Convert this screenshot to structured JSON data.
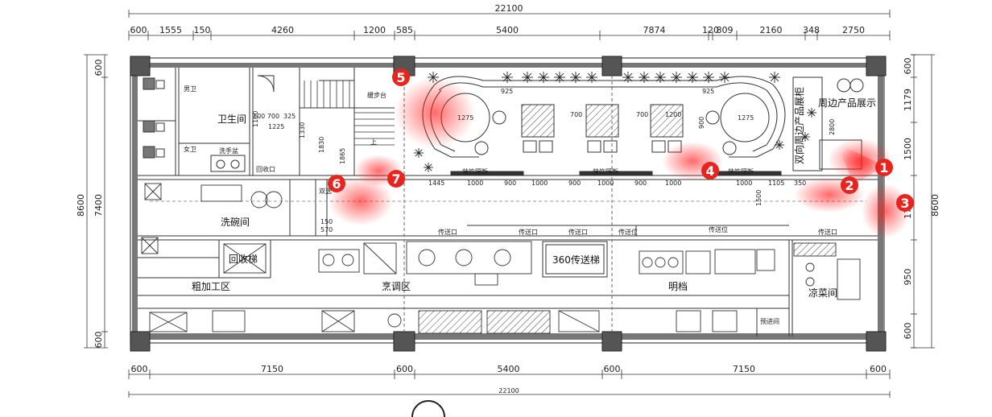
{
  "dimensions": {
    "top_total": "22100",
    "top_segments": [
      "600",
      "1555",
      "150",
      "4260",
      "1200",
      "585",
      "5400",
      "7874",
      "120",
      "809",
      "2160",
      "348",
      "2750"
    ],
    "bottom_segments": [
      "600",
      "7150",
      "600",
      "5400",
      "600",
      "7150",
      "600"
    ],
    "bottom_total": "22100",
    "left_outer": "8600",
    "left_inner": "7400",
    "left_top": "600",
    "left_bottom": "600",
    "right_outer": "8600",
    "right_segments": [
      "600",
      "1179",
      "1500",
      "1730",
      "950",
      "600"
    ]
  },
  "rooms": {
    "restroom": "卫生间",
    "male": "男卫",
    "female": "女卫",
    "washbasin": "洗手盆",
    "dishwashing": "洗碗间",
    "return_lift": "回收梯",
    "rough_processing": "粗加工区",
    "cooking": "烹调区",
    "lift_360": "360传送梯",
    "open_kitchen": "明档",
    "cold_dish": "凉菜间",
    "pre_entry": "预进间",
    "products_display": "周边产品展示",
    "vertical_display": "双向周边产品展柜"
  },
  "labels": {
    "deco_partition": "装饰隔断",
    "pass_window": "传送口",
    "pass_position": "传送位",
    "return_port": "回收口",
    "up": "上",
    "stair_step": "缓步台",
    "double_counter": "双选"
  },
  "inner_dims": {
    "table_925": "925",
    "table_1275": "1275",
    "gap_700": "700",
    "gap_1200": "1200",
    "d900": "900",
    "d2800": "2800",
    "d1445": "1445",
    "d1000": "1000",
    "d1105": "1105",
    "d350": "350",
    "d1500": "1500",
    "d1830": "1830",
    "d1330": "1330",
    "d1100": "1100",
    "d1225": "1225",
    "d1865": "1865",
    "d150": "150",
    "d570": "570",
    "d325": "325",
    "d100_700": "100 700"
  },
  "markers": [
    "1",
    "2",
    "3",
    "4",
    "5",
    "6",
    "7"
  ],
  "colors": {
    "marker": "#e8241e",
    "wall": "#555555",
    "line": "#333333",
    "column": "#444444"
  }
}
